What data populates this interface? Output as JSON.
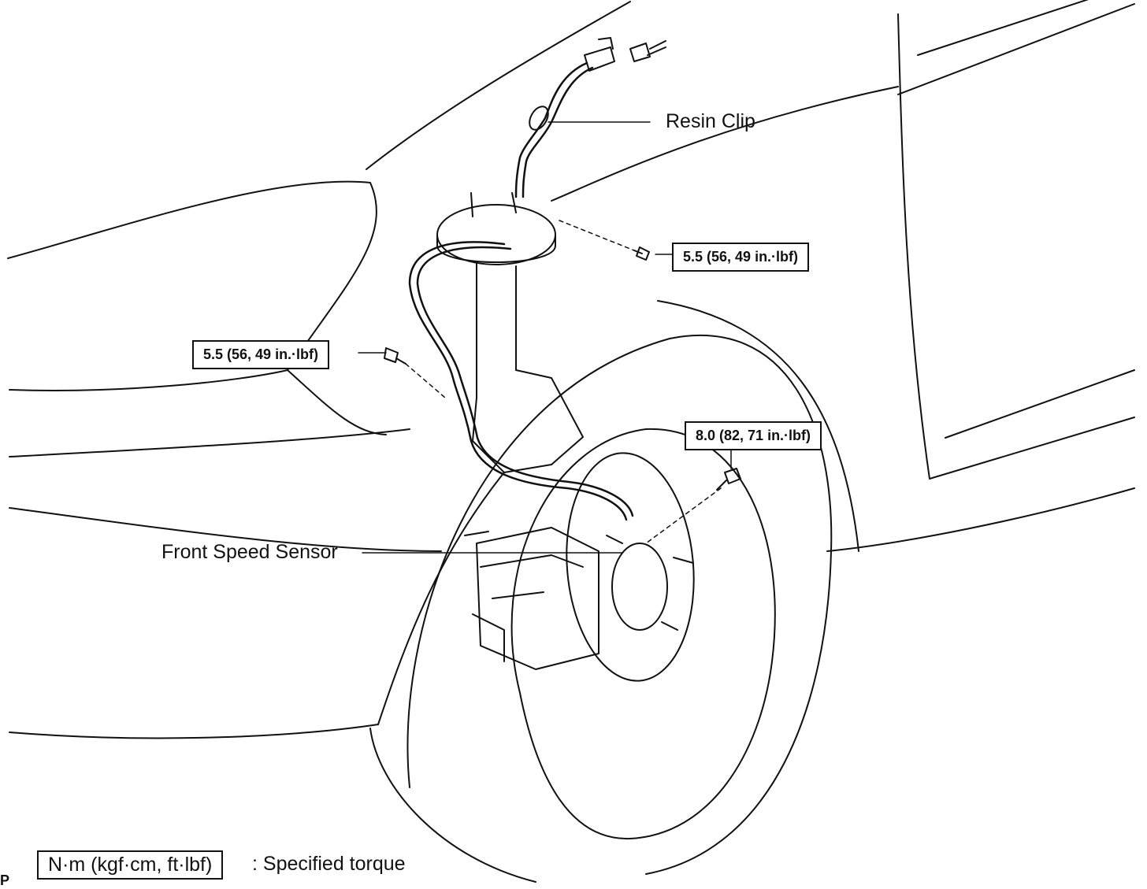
{
  "labels": {
    "resin_clip": "Resin Clip",
    "front_speed_sensor": "Front Speed Sensor"
  },
  "torque_callouts": {
    "strut_bolt": "5.5 (56, 49 in.·lbf)",
    "bracket_bolt": "5.5 (56, 49 in.·lbf)",
    "sensor_bolt": "8.0 (82, 71 in.·lbf)"
  },
  "legend": {
    "unit": "N·m (kgf·cm, ft·lbf)",
    "meaning": ": Specified torque"
  },
  "corner_mark": "P"
}
